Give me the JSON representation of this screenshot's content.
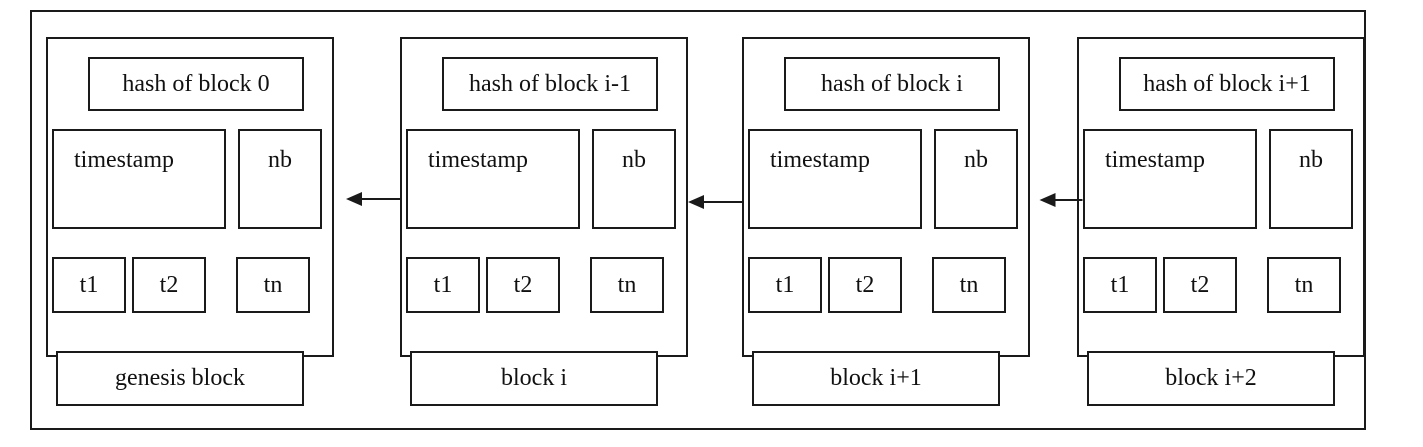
{
  "blocks": [
    {
      "hash": "hash of block 0",
      "timestamp": "timestamp",
      "nb": "nb",
      "tx": [
        "t1",
        "t2",
        "tn"
      ],
      "label": "genesis block"
    },
    {
      "hash": "hash of block i-1",
      "timestamp": "timestamp",
      "nb": "nb",
      "tx": [
        "t1",
        "t2",
        "tn"
      ],
      "label": "block i"
    },
    {
      "hash": "hash of block i",
      "timestamp": "timestamp",
      "nb": "nb",
      "tx": [
        "t1",
        "t2",
        "tn"
      ],
      "label": "block i+1"
    },
    {
      "hash": "hash of block i+1",
      "timestamp": "timestamp",
      "nb": "nb",
      "tx": [
        "t1",
        "t2",
        "tn"
      ],
      "label": "block i+2"
    }
  ],
  "colors": {
    "line": "#1a1a1a",
    "background": "#ffffff"
  }
}
